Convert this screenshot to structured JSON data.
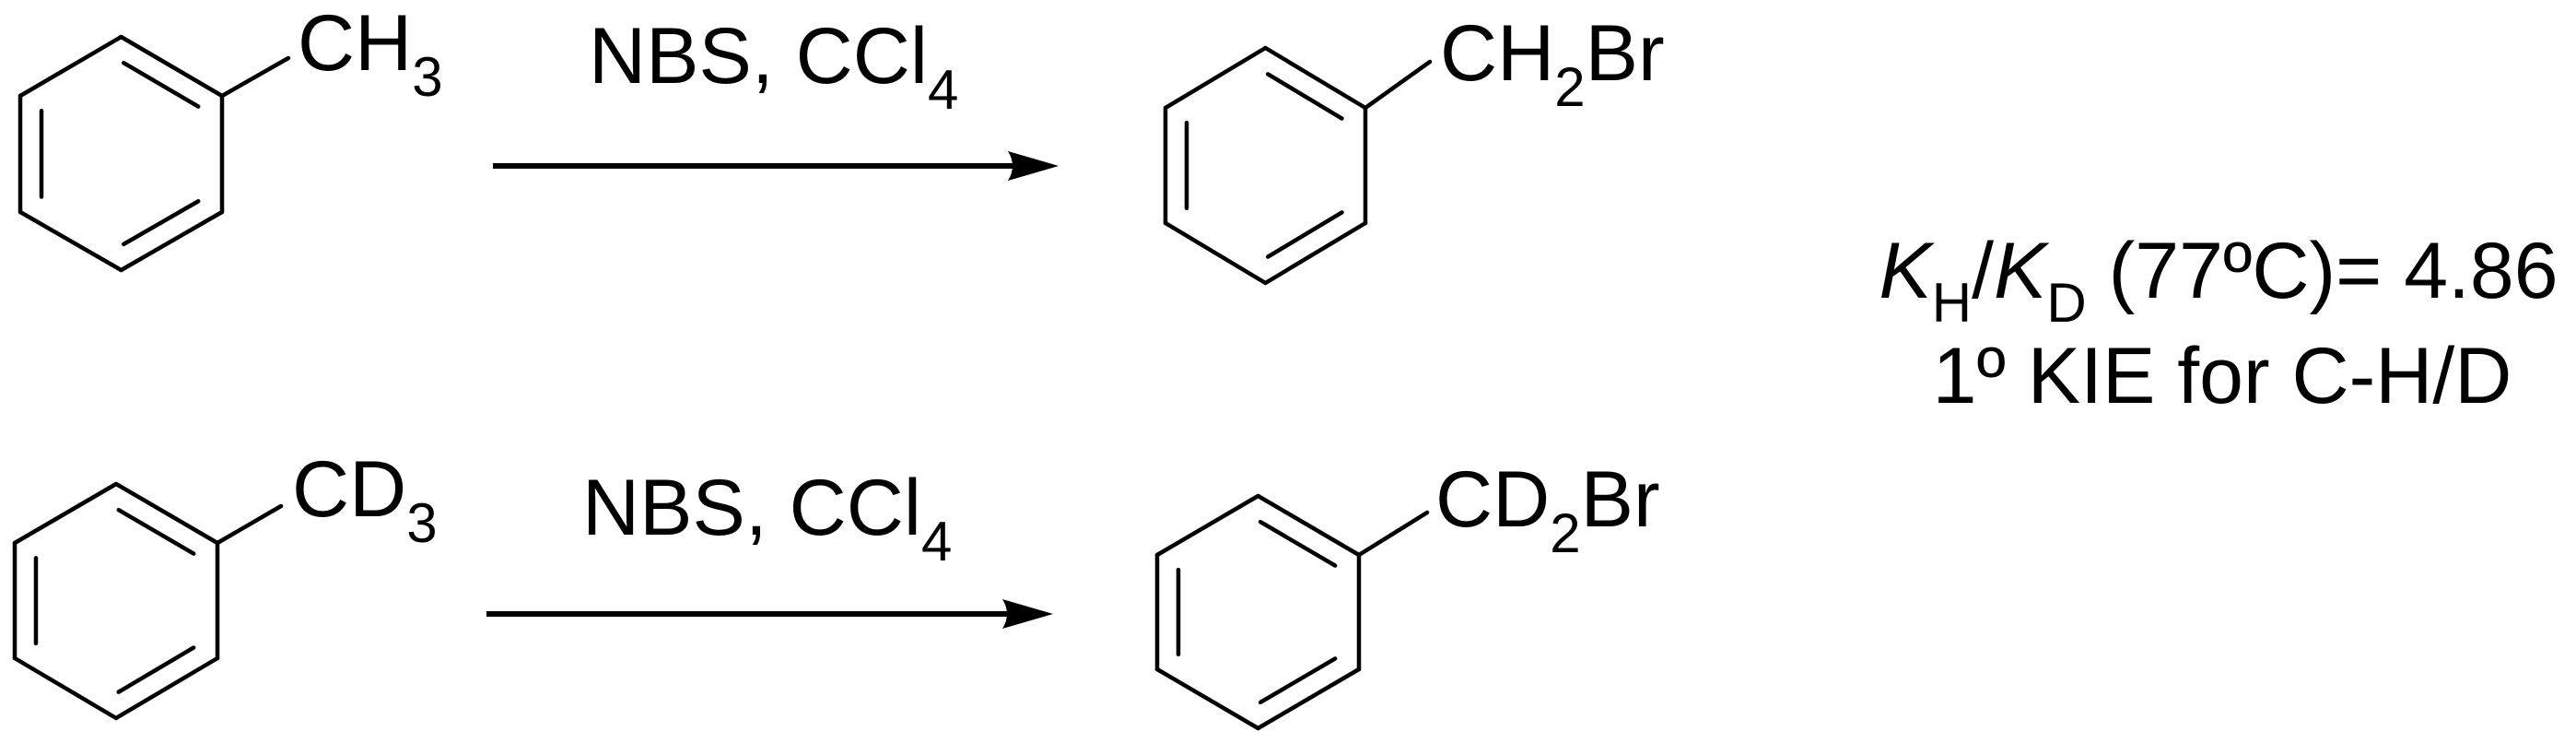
{
  "reactions": [
    {
      "reactant": {
        "main": "CH",
        "sub": "3"
      },
      "reagent": {
        "main": "NBS, CCl",
        "sub": "4"
      },
      "product": {
        "main": "CH",
        "sub": "2",
        "tail": "Br"
      }
    },
    {
      "reactant": {
        "main": "CD",
        "sub": "3"
      },
      "reagent": {
        "main": "NBS, CCl",
        "sub": "4"
      },
      "product": {
        "main": "CD",
        "sub": "2",
        "tail": "Br"
      }
    }
  ],
  "kie": {
    "k1": "K",
    "k1_sub": "H",
    "slash": "/",
    "k2": "K",
    "k2_sub": "D",
    "rest": " (77ºC)= 4.86",
    "line2": "1º KIE for C-H/D"
  },
  "colors": {
    "ink": "#000000",
    "background": "#ffffff"
  }
}
